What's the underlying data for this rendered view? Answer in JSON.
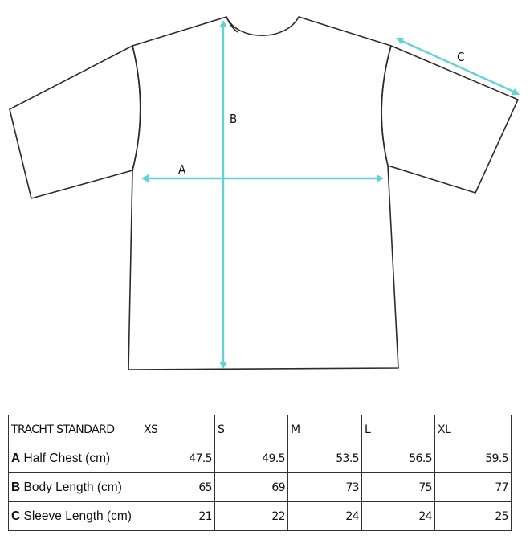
{
  "diagram": {
    "measure_color": "#5fd3d6",
    "outline_color": "#2b2b2b",
    "labels": {
      "a": "A",
      "b": "B",
      "c": "C"
    }
  },
  "table": {
    "header": [
      "TRACHT STANDARD",
      "XS",
      "S",
      "M",
      "L",
      "XL"
    ],
    "rows": [
      {
        "code": "A",
        "name": "Half Chest (cm)",
        "values": [
          "47.5",
          "49.5",
          "53.5",
          "56.5",
          "59.5"
        ]
      },
      {
        "code": "B",
        "name": "Body Length (cm)",
        "values": [
          "65",
          "69",
          "73",
          "75",
          "77"
        ]
      },
      {
        "code": "C",
        "name": "Sleeve Length (cm)",
        "values": [
          "21",
          "22",
          "24",
          "24",
          "25"
        ]
      }
    ]
  }
}
